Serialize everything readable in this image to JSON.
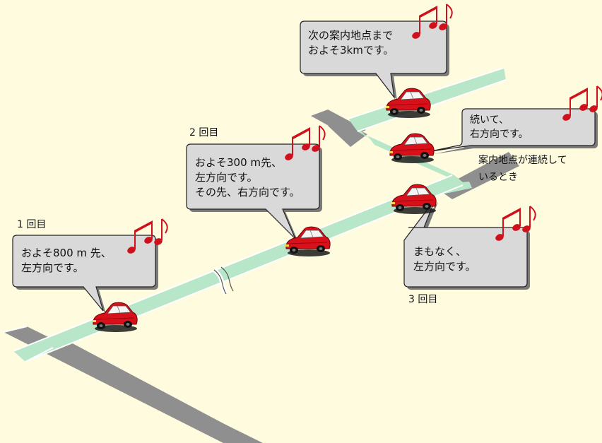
{
  "messages": {
    "next_point": "次の案内地点まで\nおよそ3kmです。",
    "continuous": "続いて、\n右方向です。",
    "second": "およそ300 m先、\n左方向です。\nその先、右方向です。",
    "first": "およそ800 m 先、\n左方向です。",
    "third": "まもなく、\n左方向です。"
  },
  "labels": {
    "first": "1 回目",
    "second": "2 回目",
    "third": "3 回目",
    "continuous_note": "案内地点が連続して\nいるとき"
  },
  "colors": {
    "background": "#fffbdf",
    "route": "#b8e6c8",
    "road": "#8f8f8f",
    "car": "#d8101a",
    "bubble": "#d9d9d9",
    "note": "#d0101a"
  },
  "icons": [
    "car-icon",
    "music-note-icon",
    "speech-bubble-icon"
  ]
}
